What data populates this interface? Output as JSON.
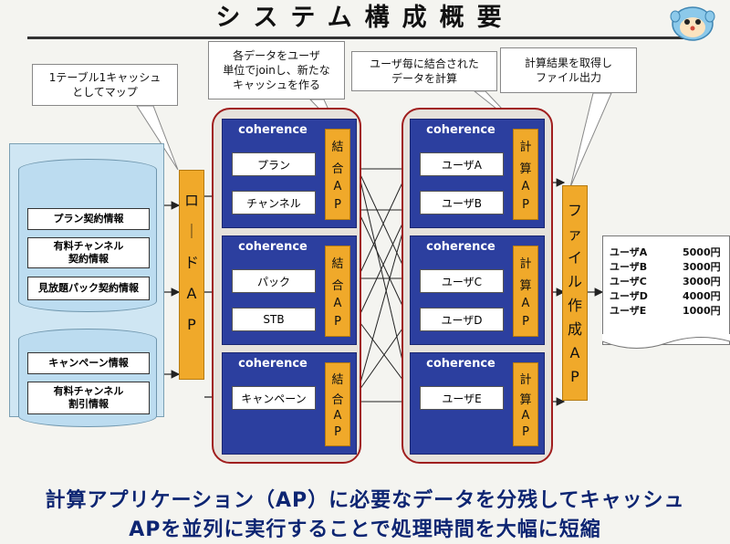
{
  "title": "システム構成概要",
  "callouts": {
    "table_cache": "1テーブル1キャッシュ\nとしてマップ",
    "join": "各データをユーザ\n単位でjoinし、新たな\nキャッシュを作る",
    "per_user": "ユーザ毎に結合された\nデータを計算",
    "file_output": "計算結果を取得し\nファイル出力"
  },
  "database": {
    "tables_top": [
      "プラン契約情報",
      "有料チャンネル\n契約情報",
      "見放題パック契約情報"
    ],
    "tables_bottom": [
      "キャンペーン情報",
      "有料チャンネル\n割引情報"
    ]
  },
  "load_ap": {
    "chars": [
      "ロ",
      "｜",
      "ド",
      "A",
      "P"
    ]
  },
  "join_group": {
    "boxes": [
      {
        "header": "coherence",
        "items": [
          "プラン",
          "チャンネル"
        ],
        "ap_chars": [
          "結",
          "合",
          "A",
          "P"
        ]
      },
      {
        "header": "coherence",
        "items": [
          "パック",
          "STB"
        ],
        "ap_chars": [
          "結",
          "合",
          "A",
          "P"
        ]
      },
      {
        "header": "coherence",
        "items": [
          "キャンペーン"
        ],
        "ap_chars": [
          "結",
          "合",
          "A",
          "P"
        ]
      }
    ]
  },
  "calc_group": {
    "boxes": [
      {
        "header": "coherence",
        "items": [
          "ユーザA",
          "ユーザB"
        ],
        "ap_chars": [
          "計",
          "算",
          "A",
          "P"
        ]
      },
      {
        "header": "coherence",
        "items": [
          "ユーザC",
          "ユーザD"
        ],
        "ap_chars": [
          "計",
          "算",
          "A",
          "P"
        ]
      },
      {
        "header": "coherence",
        "items": [
          "ユーザE"
        ],
        "ap_chars": [
          "計",
          "算",
          "A",
          "P"
        ]
      }
    ]
  },
  "file_ap": {
    "chars": [
      "フ",
      "ァ",
      "イ",
      "ル",
      "作",
      "成",
      "A",
      "P"
    ]
  },
  "output": {
    "rows": [
      {
        "user": "ユーザA",
        "amount": "5000円"
      },
      {
        "user": "ユーザB",
        "amount": "3000円"
      },
      {
        "user": "ユーザC",
        "amount": "3000円"
      },
      {
        "user": "ユーザD",
        "amount": "4000円"
      },
      {
        "user": "ユーザE",
        "amount": "1000円"
      }
    ]
  },
  "footer": {
    "line1": "計算アプリケーション（AP）に必要なデータを分残してキャッシュ",
    "line2": "APを並列に実行することで処理時間を大幅に短縮"
  }
}
